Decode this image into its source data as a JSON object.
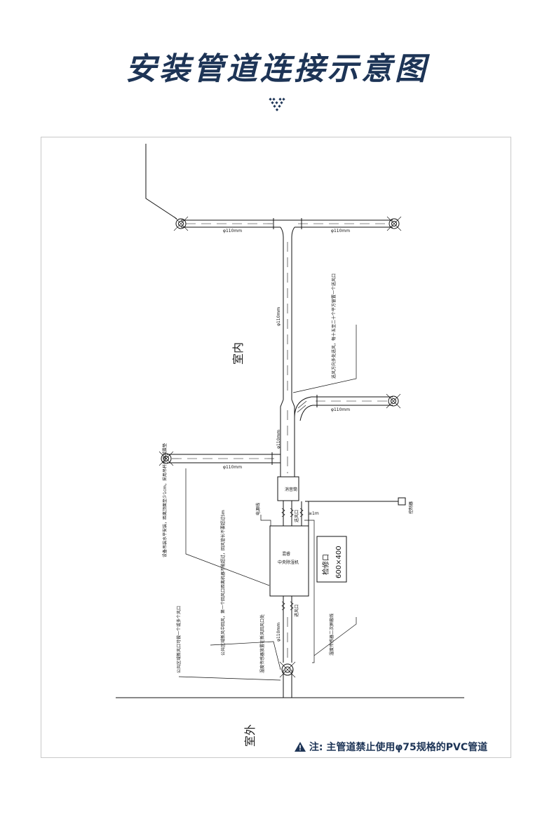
{
  "header": {
    "title": "安装管道连接示意图"
  },
  "labels": {
    "indoor": "室内",
    "outdoor": "室外",
    "device_top": "混睿",
    "device_bottom": "中央除湿机",
    "inspection_title": "检修口",
    "inspection_size": "600×400",
    "pipe_top_left": "φ110mm",
    "pipe_top_right": "φ110mm",
    "pipe_vertical": "φ110mm",
    "pipe_mid": "φ110mm",
    "pipe_branch_right": "φ110mm",
    "pipe_branch_left": "φ110mm",
    "pipe_bottom": "φ110mm",
    "filter": "消音筒",
    "controller": "控制器",
    "power": "电源线",
    "dist": "≥1m",
    "note_right_upper": "送风方向多处送风，每十五至二十个平方留置一个送风口",
    "note_left_upper": "设备吊装水平安装，距离顶面至少1cm，采用吊杆吊装减震垫",
    "note_left_lower": "公共区域新风口可做一个或多个风口",
    "note_center": "公共区域新风中回风，第一个回风口距离机器不能超过，回风管长不要超过5m",
    "note_bottom": "湿度传感器放置在新风回风口处",
    "note_right_lower": "湿度传感器二次屏蔽线",
    "air_in": "进风口",
    "air_out": "送风口"
  },
  "footer": {
    "note": "注: 主管道禁止使用φ75规格的PVC管道"
  },
  "colors": {
    "title": "#1d3456",
    "line": "#111111",
    "frame": "#c9c9c9"
  }
}
